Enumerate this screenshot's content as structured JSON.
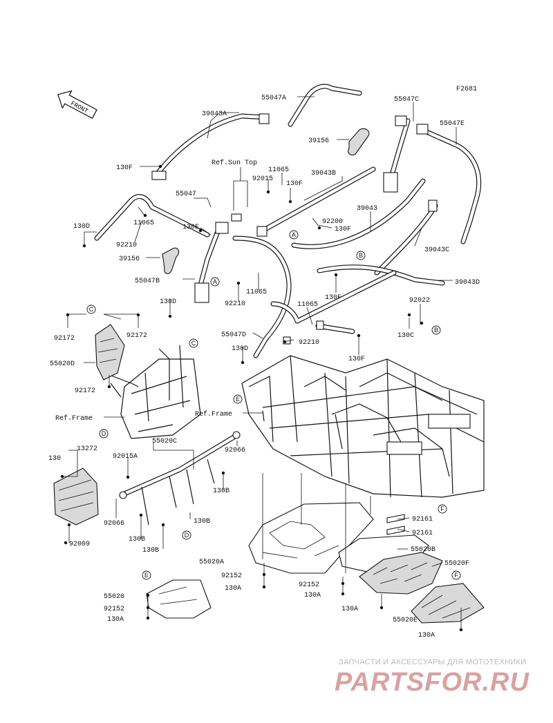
{
  "figure_id": "F2681",
  "front_label": "FRONT",
  "parts": {
    "p39043A": "39043A",
    "p55047A": "55047A",
    "p55047C": "55047C",
    "p55047E": "55047E",
    "p39156_top": "39156",
    "p130F_1": "130F",
    "ref_sun_top": "Ref.Sun Top",
    "p11065_1": "11065",
    "p39043B": "39043B",
    "p92015": "92015",
    "p130F_2": "130F",
    "p55047": "55047",
    "p39043": "39043",
    "p130D_1": "130D",
    "p11065_2": "11065",
    "p92200": "92200",
    "p130E": "130E",
    "p130F_3": "130F",
    "p92210_1": "92210",
    "p39043C": "39043C",
    "p39156_left": "39156",
    "p55047B": "55047B",
    "p11065_3": "11065",
    "p39043D": "39043D",
    "p130F_4": "130F",
    "p130D_2": "130D",
    "p92210_2": "92210",
    "p92022": "92022",
    "p11065_4": "11065",
    "p92172_1": "92172",
    "p92172_2": "92172",
    "p130C": "130C",
    "p55047D": "55047D",
    "p92210_3": "92210",
    "p130D_3": "130D",
    "p130F_5": "130F",
    "p55020D": "55020D",
    "p92172_3": "92172",
    "ref_frame_1": "Ref.Frame",
    "ref_frame_2": "Ref.Frame",
    "p130_a": "130",
    "p13272": "13272",
    "p92015A": "92015A",
    "p55020C": "55020C",
    "p92066_1": "92066",
    "p130B_1": "130B",
    "p92066_2": "92066",
    "p130B_2": "130B",
    "p130B_3": "130B",
    "p130B_4": "130B",
    "p92009": "92009",
    "p92161_1": "92161",
    "p92161_2": "92161",
    "p55020B": "55020B",
    "p55020A": "55020A",
    "p55020F": "55020F",
    "p92152_1": "92152",
    "p130A_1": "130A",
    "p92152_2": "92152",
    "p130A_2": "130A",
    "p130A_3": "130A",
    "p55020": "55020",
    "p92152_3": "92152",
    "p130A_4": "130A",
    "p55020E": "55020E",
    "p130A_5": "130A"
  },
  "callouts": {
    "A": "A",
    "B": "B",
    "C": "C",
    "D": "D",
    "E": "E",
    "F": "F"
  },
  "watermark": {
    "tagline": "ЗАПЧАСТИ И АКСЕССУАРЫ ДЛЯ МОТОТЕХНИКИ",
    "brand": "PARTSFOR.RU"
  }
}
